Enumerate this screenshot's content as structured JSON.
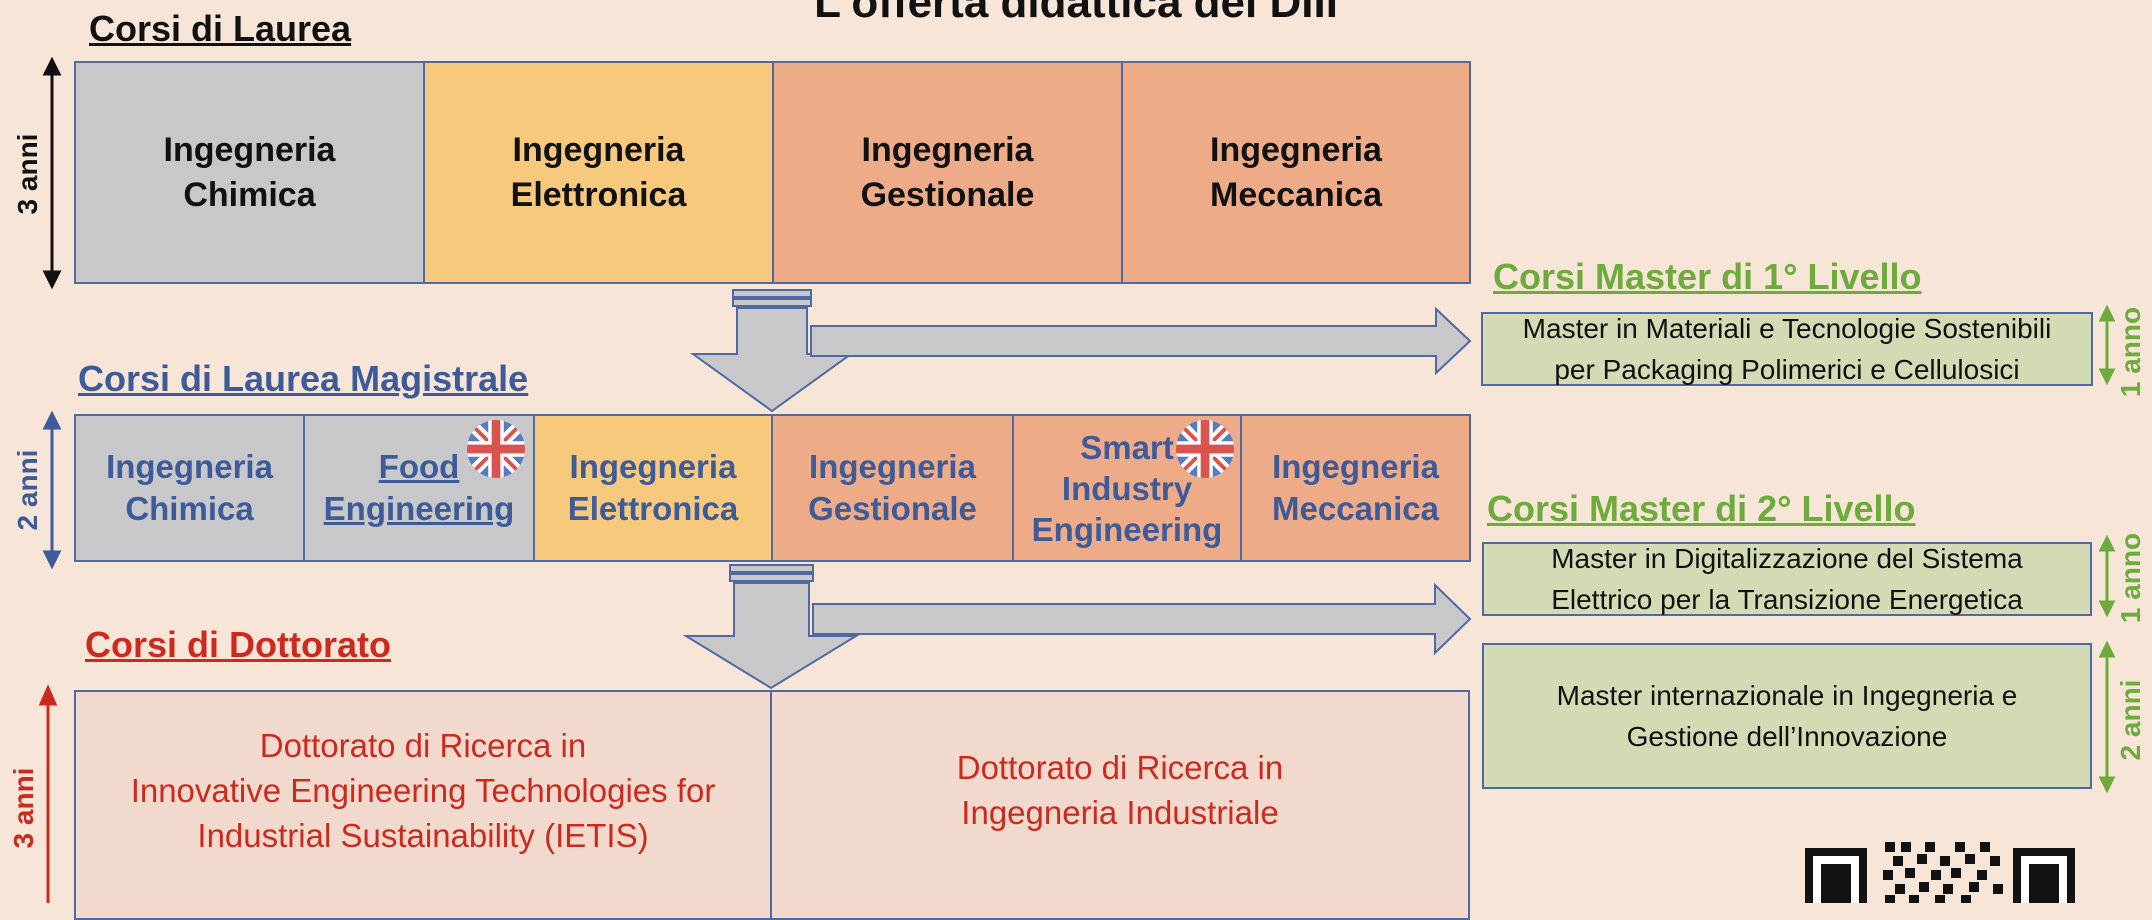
{
  "title": "L'offerta didattica del DIII",
  "colors": {
    "blue": "#4f6aa3",
    "gray": "#c8c8ca",
    "yellow": "#f7c97c",
    "salmon": "#eeab88",
    "master_green": "#d3dbb5",
    "green_text": "#6cab3c",
    "red_text": "#cc2a1e",
    "blue_text": "#3d5a99"
  },
  "sections": {
    "laurea": "Corsi di Laurea",
    "magistrale": "Corsi di Laurea Magistrale",
    "dottorato": "Corsi di Dottorato",
    "master1": "Corsi Master di 1° Livello",
    "master2": "Corsi Master di 2° Livello"
  },
  "durations": {
    "laurea": "3 anni",
    "magistrale": "2 anni",
    "dottorato": "3 anni",
    "master1": "1 anno",
    "master2a": "1 anno",
    "master2b": "2 anni"
  },
  "laurea": [
    {
      "line1": "Ingegneria",
      "line2": "Chimica",
      "color": "gray"
    },
    {
      "line1": "Ingegneria",
      "line2": "Elettronica",
      "color": "yellow"
    },
    {
      "line1": "Ingegneria",
      "line2": "Gestionale",
      "color": "salmon"
    },
    {
      "line1": "Ingegneria",
      "line2": "Meccanica",
      "color": "salmon"
    }
  ],
  "magistrale": [
    {
      "line1": "Ingegneria",
      "line2": "Chimica",
      "color": "gray"
    },
    {
      "line1": "Food",
      "line2": "Engineering",
      "color": "gray",
      "english": true
    },
    {
      "line1": "Ingegneria",
      "line2": "Elettronica",
      "color": "yellow"
    },
    {
      "line1": "Ingegneria",
      "line2": "Gestionale",
      "color": "salmon"
    },
    {
      "line1": "Smart",
      "line2": "Industry",
      "line3": "Engineering",
      "color": "salmon",
      "english": true
    },
    {
      "line1": "Ingegneria",
      "line2": "Meccanica",
      "color": "salmon"
    }
  ],
  "dottorato": [
    {
      "line1": "Dottorato di Ricerca in",
      "line2": "Innovative Engineering Technologies for",
      "line3": "Industrial Sustainability (IETIS)"
    },
    {
      "line1": "Dottorato di Ricerca in",
      "line2": "Ingegneria Industriale"
    }
  ],
  "master1": [
    {
      "line1": "Master in Materiali e Tecnologie Sostenibili",
      "line2": "per Packaging Polimerici e Cellulosici"
    }
  ],
  "master2": [
    {
      "line1": "Master in Digitalizzazione del Sistema",
      "line2": "Elettrico per la Transizione Energetica"
    },
    {
      "line1": "Master internazionale in Ingegneria e",
      "line2": "Gestione dell’Innovazione"
    }
  ]
}
